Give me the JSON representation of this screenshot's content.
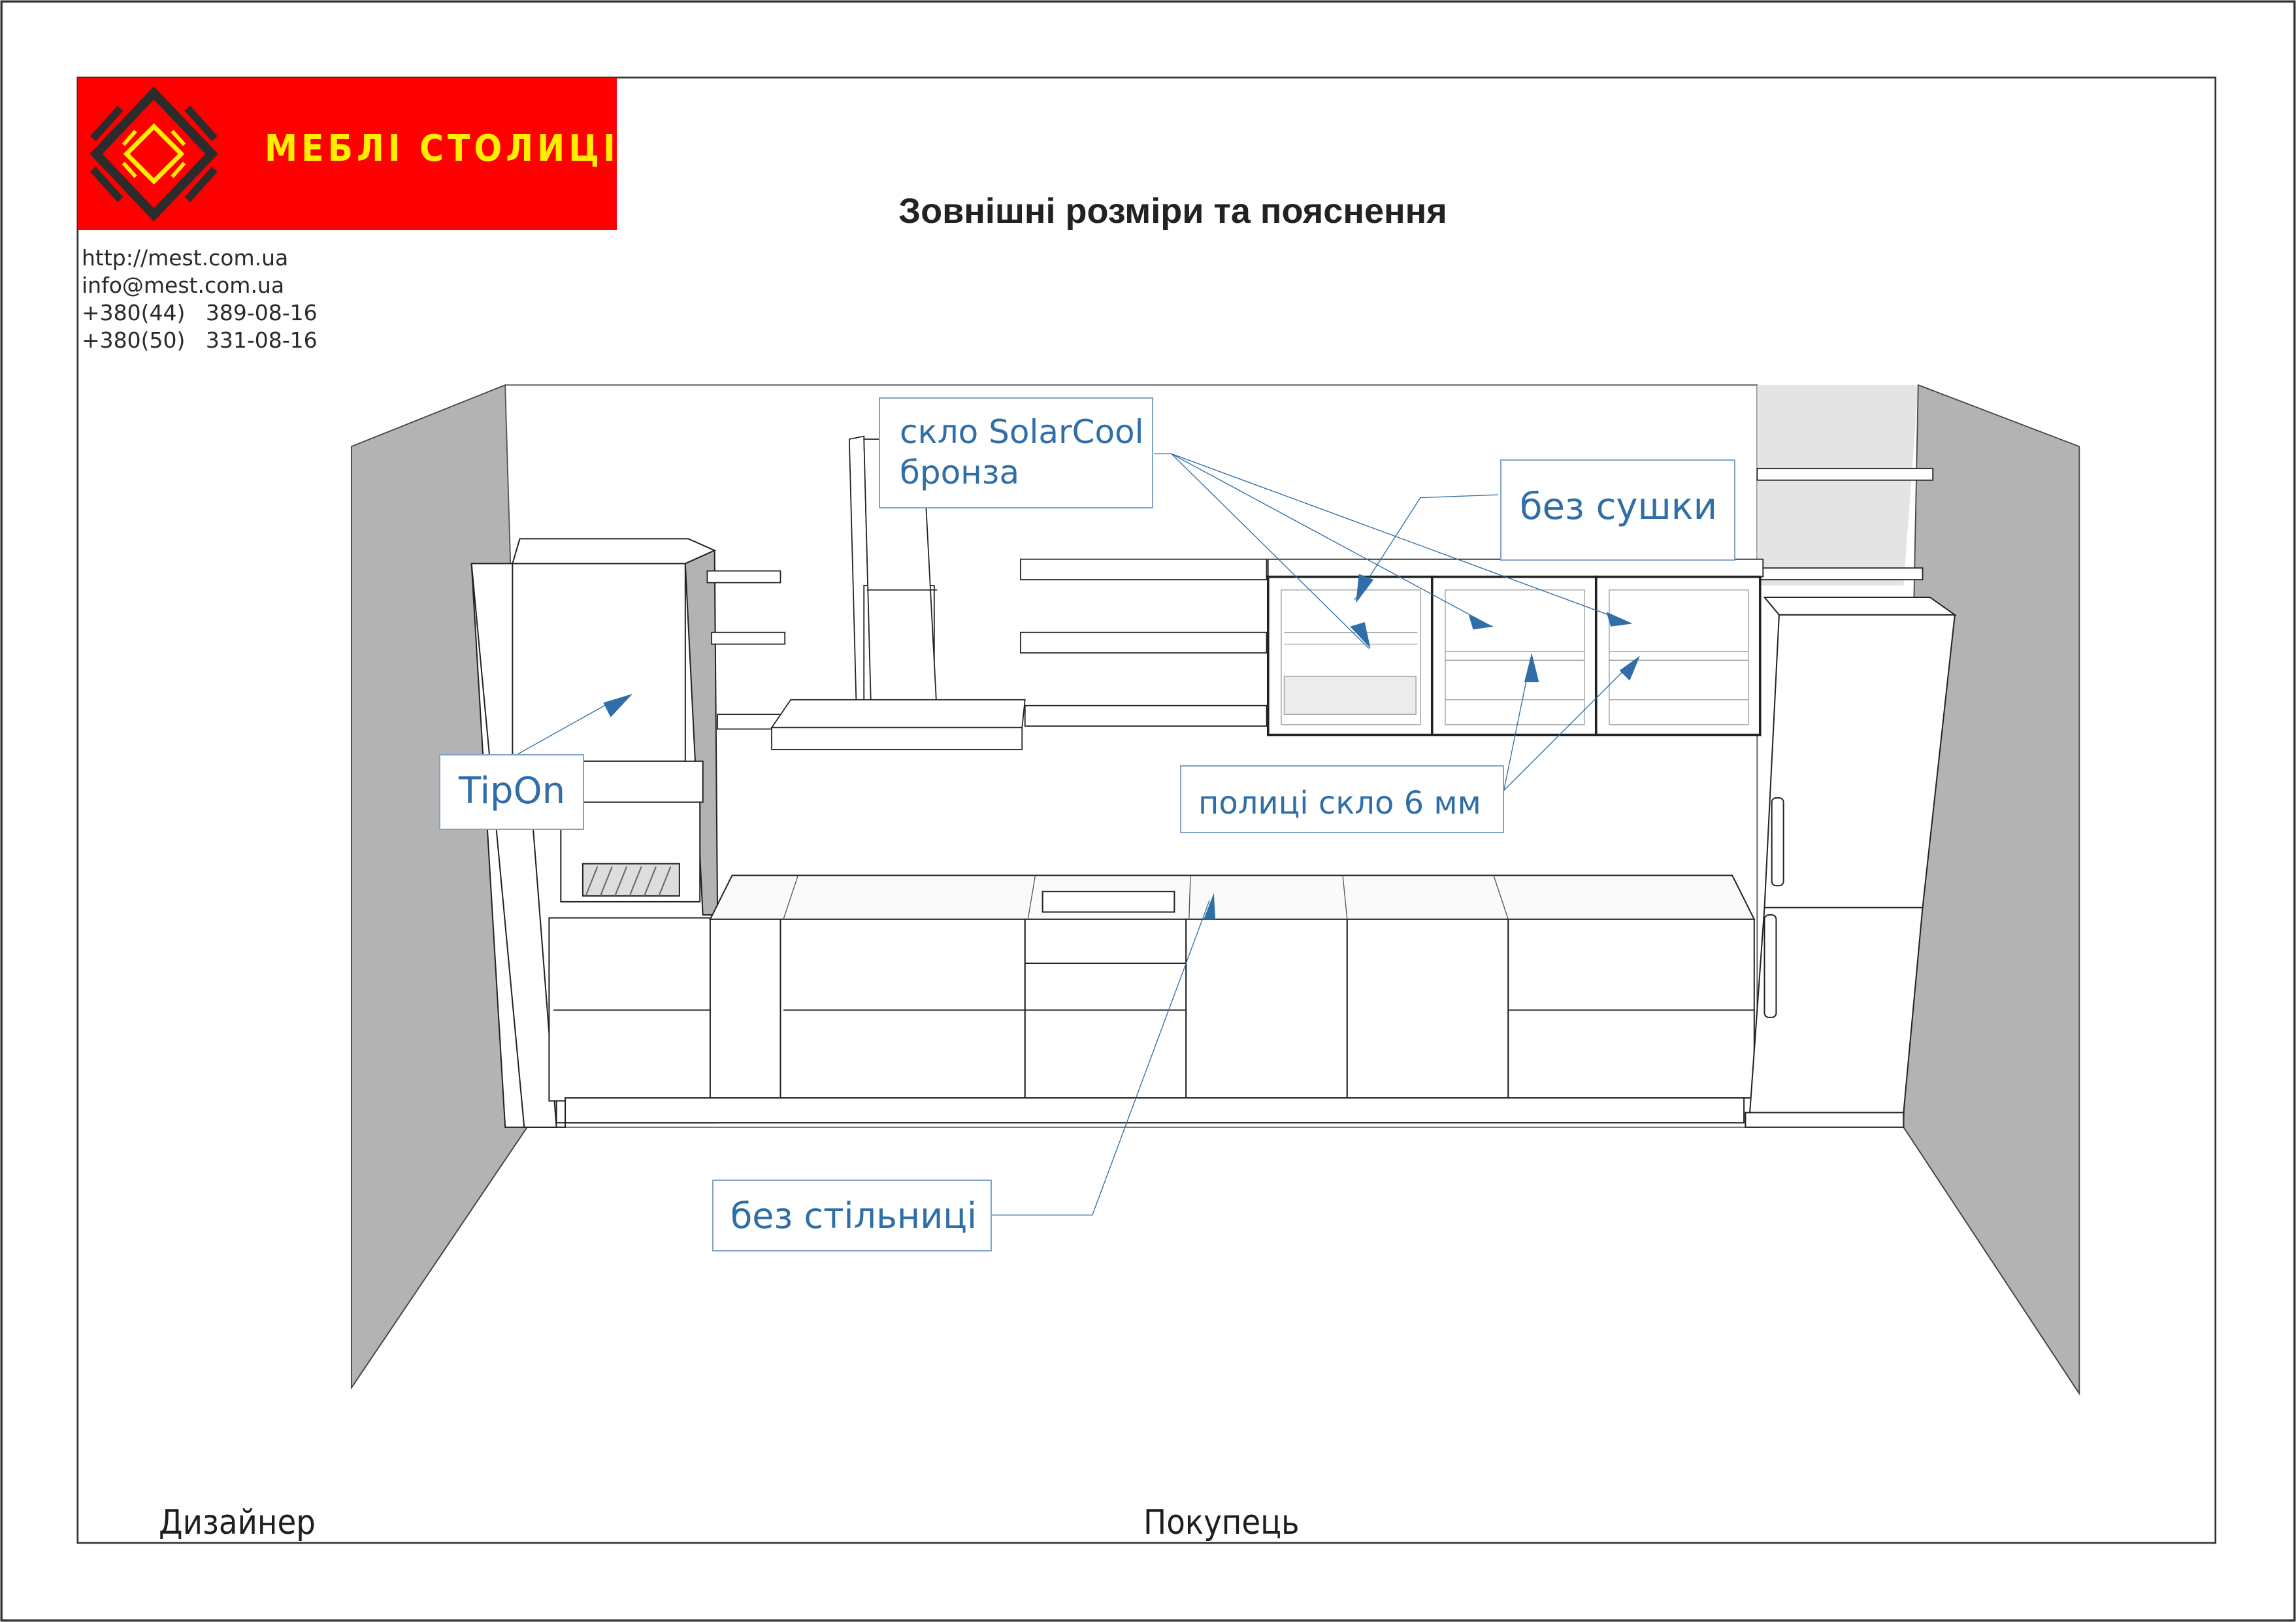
{
  "company": {
    "brand_name": "МЕБЛІ СТОЛИЦІ",
    "brand_color": "#ff0000",
    "brand_text_color": "#ffee00",
    "logo_icon": "diamond-ornament-icon"
  },
  "header": {
    "title": "Зовнішні розміри та пояснення"
  },
  "contacts": {
    "website": "http://mest.com.ua",
    "email": "info@mest.com.ua",
    "phone_1": "+380(44)   389-08-16",
    "phone_2": "+380(50)   331-08-16"
  },
  "callouts": {
    "color": "#2f6ea6",
    "glass_line_1": "скло SolarCool",
    "glass_line_2": "бронза",
    "no_dryer": "без сушки",
    "tipon": "TipOn",
    "glass_shelves": "полиці скло 6 мм",
    "no_countertop": "без стільниці"
  },
  "footer": {
    "designer_label": "Дизайнер",
    "buyer_label": "Покупець"
  }
}
